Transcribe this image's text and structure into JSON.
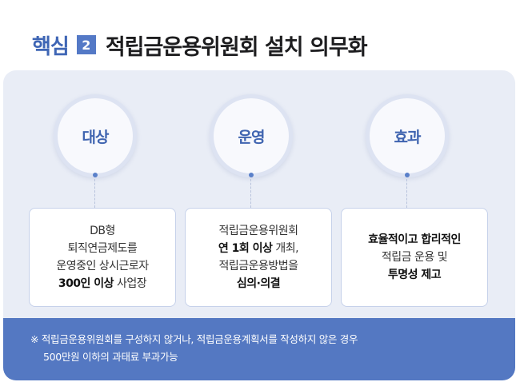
{
  "title": {
    "keyword": "핵심",
    "number": "2",
    "main": "적립금운용위원회 설치 의무화"
  },
  "columns": [
    {
      "circle": "대상",
      "lines": [
        {
          "parts": [
            {
              "t": "DB형",
              "b": false
            }
          ]
        },
        {
          "parts": [
            {
              "t": "퇴직연금제도를",
              "b": false
            }
          ]
        },
        {
          "parts": [
            {
              "t": "운영중인 상시근로자",
              "b": false
            }
          ]
        },
        {
          "parts": [
            {
              "t": "300인 이상",
              "b": true
            },
            {
              "t": " 사업장",
              "b": false
            }
          ]
        }
      ]
    },
    {
      "circle": "운영",
      "lines": [
        {
          "parts": [
            {
              "t": "적립금운용위원회",
              "b": false
            }
          ]
        },
        {
          "parts": [
            {
              "t": "연 1회 이상",
              "b": true
            },
            {
              "t": " 개최,",
              "b": false
            }
          ]
        },
        {
          "parts": [
            {
              "t": "적립금운용방법을",
              "b": false
            }
          ]
        },
        {
          "parts": [
            {
              "t": "심의·의결",
              "b": true
            }
          ]
        }
      ]
    },
    {
      "circle": "효과",
      "lines": [
        {
          "parts": [
            {
              "t": "효율적이고 합리적인",
              "b": true
            }
          ]
        },
        {
          "parts": [
            {
              "t": "적립금 운용 및",
              "b": false
            }
          ]
        },
        {
          "parts": [
            {
              "t": "투명성 제고",
              "b": true
            }
          ]
        }
      ]
    }
  ],
  "note": {
    "line1": "※ 적립금운용위원회를 구성하지 않거나, 적립금운용계획서를 작성하지 않은 경우",
    "line2": "500만원 이하의 과태료 부과가능"
  }
}
